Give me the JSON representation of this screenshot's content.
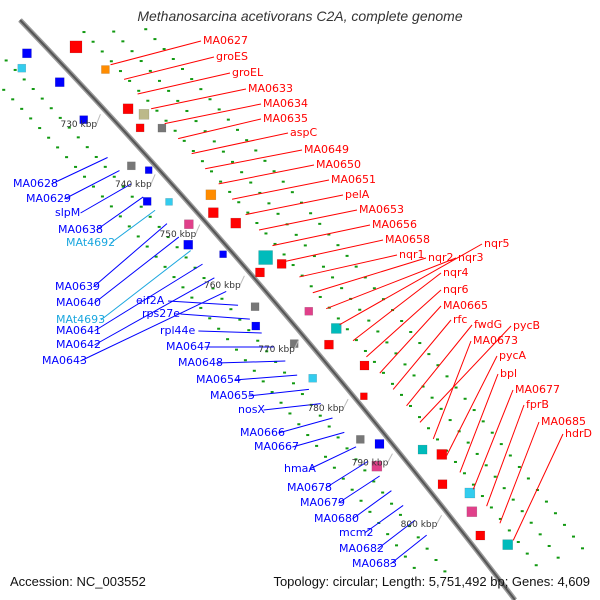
{
  "title": "Methanosarcina acetivorans C2A, complete genome",
  "accession": "Accession: NC_003552",
  "topology": "Topology: circular; Length: 5,751,492 bp; Genes: 4,609",
  "colors": {
    "forward": "#ff0000",
    "reverse": "#0000ff",
    "trna": "#00bbbb",
    "axis": "#777777",
    "dots": "#119911",
    "pink": "#e0408a",
    "orange": "#ff8c00",
    "khaki": "#bcb98a",
    "gray": "#777777",
    "lightblue": "#33ccee"
  },
  "ticks": [
    "730 kbp",
    "740 kbp",
    "750 kbp",
    "760 kbp",
    "770 kbp",
    "780 kbp",
    "790 kbp",
    "800 kbp"
  ],
  "labels_right": [
    "MA0627",
    "groES",
    "groEL",
    "MA0633",
    "MA0634",
    "MA0635",
    "aspC",
    "MA0649",
    "MA0650",
    "MA0651",
    "pelA",
    "MA0653",
    "MA0656",
    "MA0658",
    "nqr1",
    "nqr2",
    "nqr3",
    "nqr5",
    "nqr4",
    "nqr6",
    "MA0665",
    "rfc",
    "fwdG",
    "pycB",
    "MA0673",
    "pycA",
    "bpl",
    "MA0677",
    "fprB",
    "MA0685",
    "hdrD"
  ],
  "labels_left": [
    "MA0628",
    "MA0629",
    "slpM",
    "MA0638",
    "MAt4692",
    "MA0639",
    "MA0640",
    "MAt4693",
    "MA0641",
    "MA0642",
    "MA0643",
    "eif2A",
    "rps27e",
    "rpl44e",
    "MA0647",
    "MA0648",
    "MA0654",
    "MA0655",
    "nosX",
    "MA0666",
    "MA0667",
    "hmaA",
    "MA0678",
    "MA0679",
    "MA0680",
    "mcm2",
    "MA0682",
    "MA0683"
  ]
}
